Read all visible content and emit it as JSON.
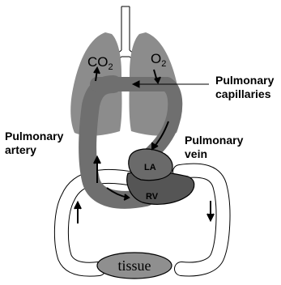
{
  "gases": {
    "co2": {
      "base": "CO",
      "sub": "2"
    },
    "o2": {
      "base": "O",
      "sub": "2"
    }
  },
  "labels": {
    "pulmonary_capillaries_line1": "Pulmonary",
    "pulmonary_capillaries_line2": "capillaries",
    "pulmonary_artery_line1": "Pulmonary",
    "pulmonary_artery_line2": "artery",
    "pulmonary_vein_line1": "Pulmonary",
    "pulmonary_vein_line2": "vein"
  },
  "chambers": {
    "la": "LA",
    "rv": "RV"
  },
  "tissue": "tissue",
  "colors": {
    "lung": "#8c8c8c",
    "vessel": "#6f6f6f",
    "heart": "#555555",
    "heart_la": "#6a6a6a",
    "tissue": "#8f8f8f",
    "outline": "#000000"
  }
}
